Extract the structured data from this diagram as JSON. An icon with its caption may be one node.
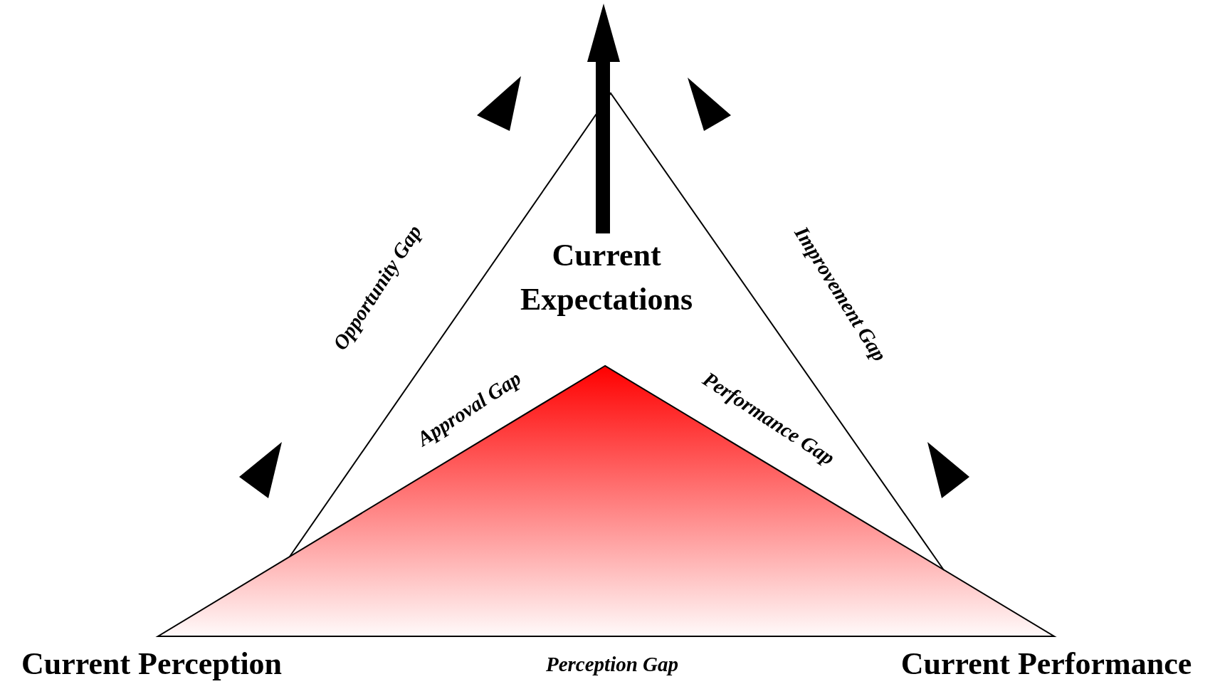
{
  "diagram": {
    "labels": [
      "Current Expectations",
      "Opportunity Gap",
      "Improvement Gap",
      "Approval Gap",
      "Performance Gap",
      "Current Perception",
      "Perception Gap",
      "Current Performance"
    ]
  }
}
